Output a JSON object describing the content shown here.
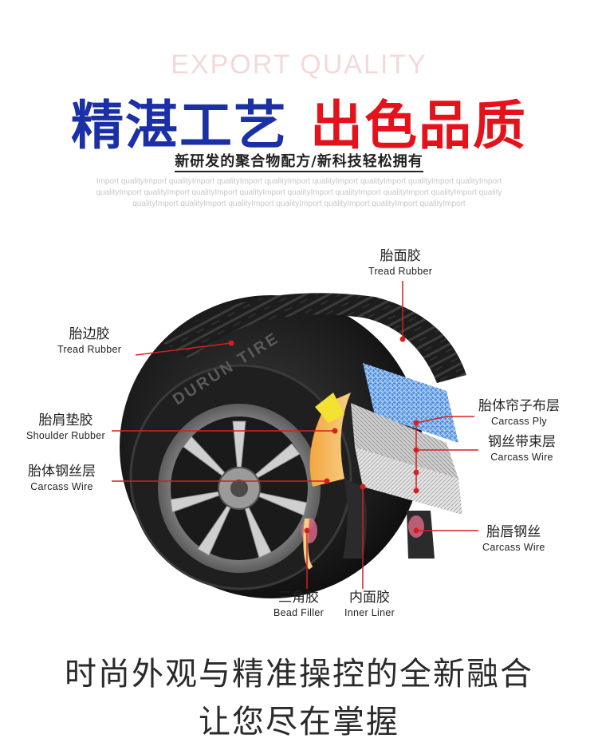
{
  "header": {
    "export_quality": "EXPORT QUALITY",
    "headline_blue": "精湛工艺",
    "headline_red": "出色品质",
    "subline": "新研发的聚合物配方/新科技轻松拥有",
    "fine_line_1": "Import qualityImport qualityImport qualityImport qualityImport qualityImport qualityImport qualityImport qualityImport",
    "fine_line_2": "qualityImport qualityImport qualityImport qualityImport qualityImport qualityImport qualityImport qualityImport quality",
    "fine_line_3": "qualityImport qualityImport qualityImport qualityImport qualityImport qualityImport qualityImport"
  },
  "tire": {
    "sidewall_brand": "DURUN TIRE"
  },
  "labels": {
    "tread_top": {
      "zh": "胎面胶",
      "en": "Tread Rubber"
    },
    "tread_side": {
      "zh": "胎边胶",
      "en": "Tread Rubber"
    },
    "shoulder": {
      "zh": "胎肩垫胶",
      "en": "Shoulder Rubber"
    },
    "carcass_wire_left": {
      "zh": "胎体钢丝层",
      "en": "Carcass Wire"
    },
    "carcass_ply": {
      "zh": "胎体帘子布层",
      "en": "Carcass Ply"
    },
    "steel_belt": {
      "zh": "钢丝带束层",
      "en": "Carcass Wire"
    },
    "bead_wire": {
      "zh": "胎唇钢丝",
      "en": "Carcass Wire"
    },
    "bead_filler": {
      "zh": "三角胶",
      "en": "Bead Filler"
    },
    "inner_liner": {
      "zh": "内面胶",
      "en": "Inner Liner"
    }
  },
  "footer": {
    "line1": "时尚外观与精准操控的全新融合",
    "line2": "让您尽在掌握"
  },
  "colors": {
    "headline_blue": "#1b2fa6",
    "headline_red": "#e4131b",
    "callout_red": "#d42020"
  }
}
